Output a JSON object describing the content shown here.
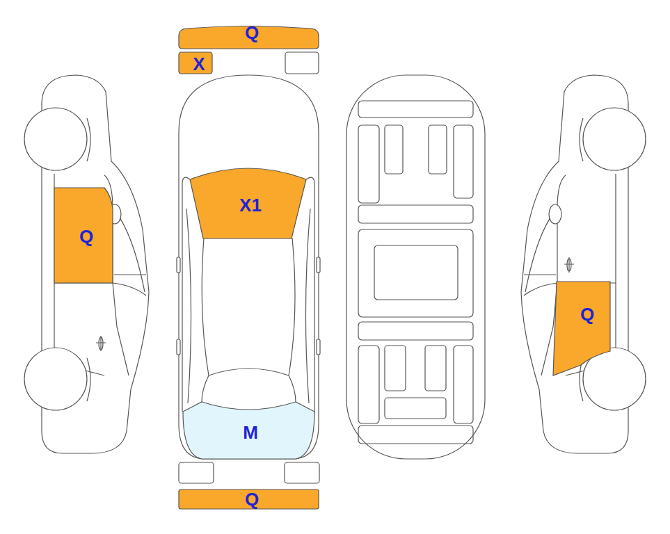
{
  "diagram": {
    "nodes": [
      {
        "text": [
          "Q"
        ]
      },
      {
        "text": [
          "X"
        ]
      },
      {
        "text": [
          "X1"
        ]
      },
      {
        "text": [
          "Q"
        ]
      },
      {
        "text": [
          "Q"
        ]
      },
      {
        "text": [
          "M"
        ]
      },
      {
        "text": [
          "Q"
        ]
      }
    ]
  }
}
